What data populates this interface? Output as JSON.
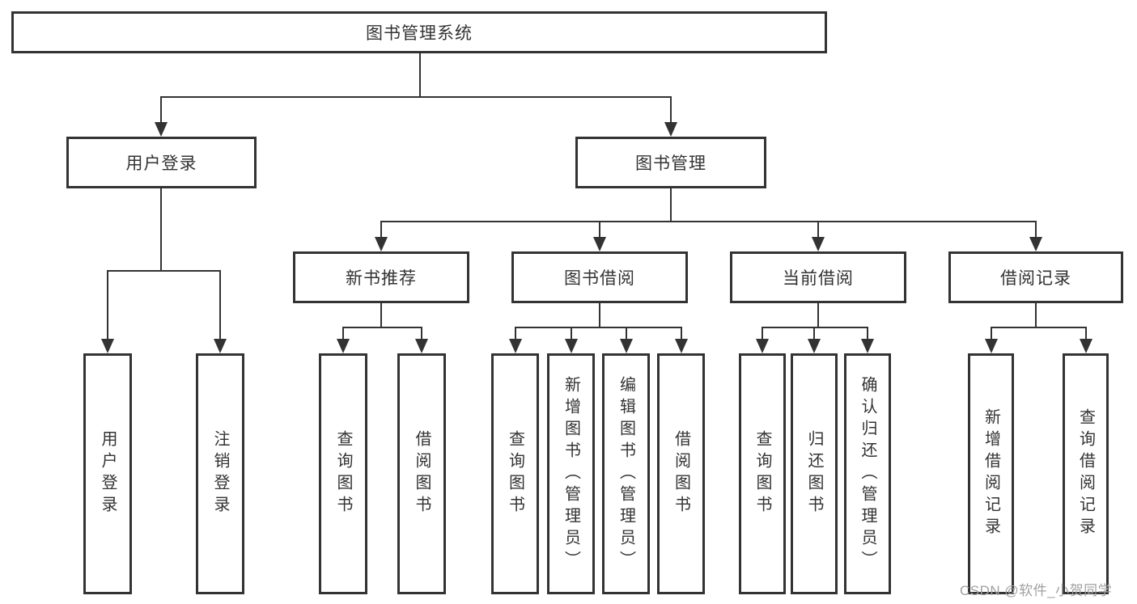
{
  "diagram": {
    "title": "图书管理系统",
    "root": {
      "label": "图书管理系统"
    },
    "level2": [
      {
        "label": "用户登录"
      },
      {
        "label": "图书管理"
      }
    ],
    "level3": [
      {
        "label": "新书推荐"
      },
      {
        "label": "图书借阅"
      },
      {
        "label": "当前借阅"
      },
      {
        "label": "借阅记录"
      }
    ],
    "leaves": {
      "user_login": [
        "用户登录",
        "注销登录"
      ],
      "new_book": [
        "查询图书",
        "借阅图书"
      ],
      "book_borrow": [
        "查询图书",
        "新增图书（管理员）",
        "编辑图书（管理员）",
        "借阅图书"
      ],
      "current_borrow": [
        "查询图书",
        "归还图书",
        "确认归还（管理员）"
      ],
      "borrow_records": [
        "新增借阅记录",
        "查询借阅记录"
      ]
    },
    "watermark": "CSDN @软件_小贺同学",
    "colors": {
      "line": "#333333",
      "text": "#333333",
      "watermark": "#a0a0a0",
      "background": "#ffffff"
    }
  }
}
